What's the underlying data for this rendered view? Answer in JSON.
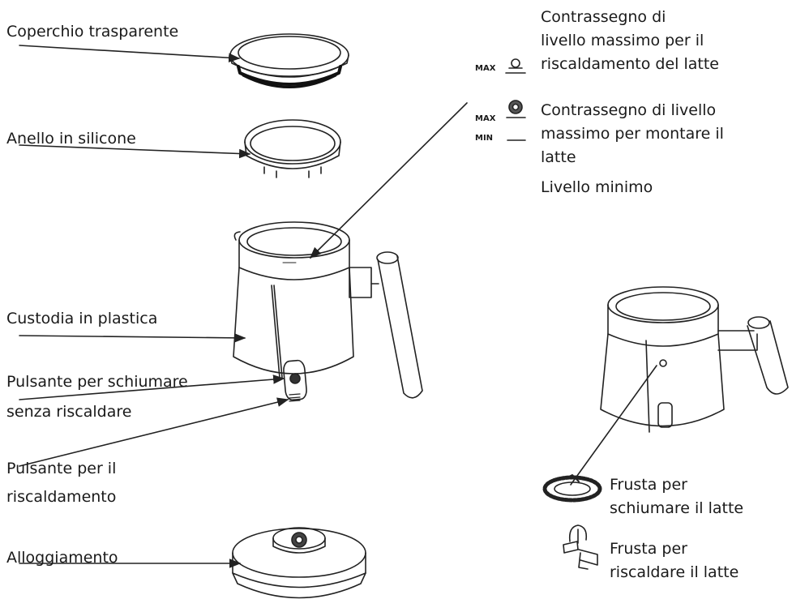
{
  "labels": {
    "lid": "Coperchio trasparente",
    "ring": "Anello in silicone",
    "housing": "Custodia in plastica",
    "froth_button_1": "Pulsante per schiumare",
    "froth_button_2": "senza riscaldare",
    "heat_button_1": "Pulsante per il",
    "heat_button_2": "riscaldamento",
    "base": "Alloggiamento",
    "max_heat_1": "Contrassegno di",
    "max_heat_2": "livello massimo per il",
    "max_heat_3": "riscaldamento del latte",
    "max_froth_1": "Contrassegno di livello",
    "max_froth_2": "massimo per montare il",
    "max_froth_3": "latte",
    "min_level": "Livello minimo",
    "whisk_froth_1": "Frusta per",
    "whisk_froth_2": "schiumare il latte",
    "whisk_heat_1": "Frusta per",
    "whisk_heat_2": "riscaldare il latte"
  },
  "markings": {
    "max": "MAX",
    "min": "MIN"
  }
}
